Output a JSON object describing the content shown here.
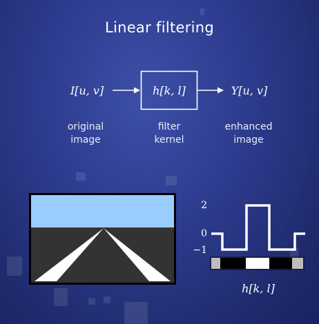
{
  "title": "Linear filtering",
  "diagram": {
    "input_math": "I[u, v]",
    "kernel_math": "h[k, l]",
    "output_math": "Y[u, v]",
    "input_caption": [
      "original",
      "image"
    ],
    "kernel_caption": [
      "filter",
      "kernel"
    ],
    "output_caption": [
      "enhanced",
      "image"
    ]
  },
  "kernel_plot": {
    "y_ticks": [
      "2",
      "0",
      "−1"
    ],
    "label": "h[k, l]",
    "values": [
      0,
      -1,
      2,
      -1,
      0
    ]
  },
  "colors": {
    "sky": "#99ccff",
    "road": "#333333",
    "lane": "#ffffff",
    "strip_gray": "#bdbdbd",
    "strip_black": "#000000",
    "strip_white": "#ffffff"
  }
}
